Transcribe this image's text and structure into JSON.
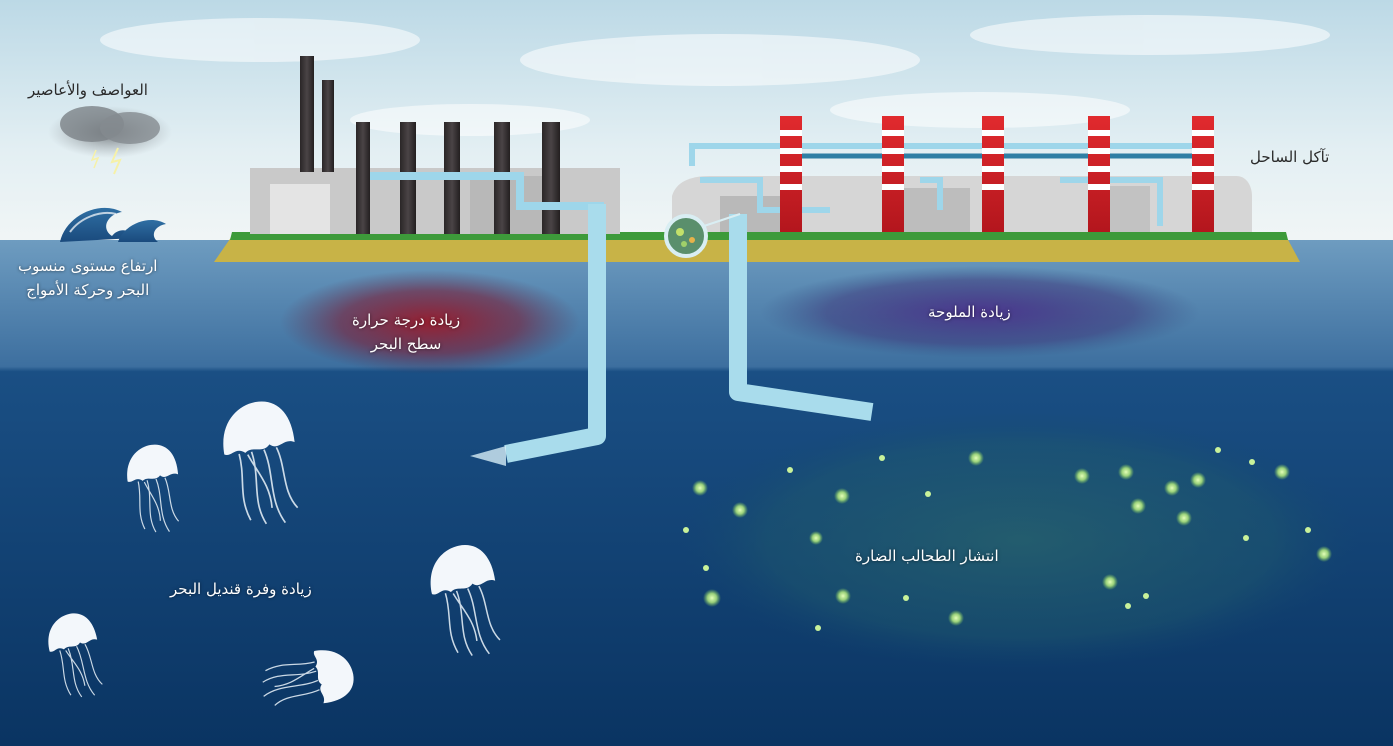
{
  "labels": {
    "storms": "العواصف والأعاصير",
    "coastal_erosion": "تآكل الساحل",
    "sea_level": [
      "ارتفاع مستوى منسوب",
      "البحر وحركة الأمواج"
    ],
    "sea_surface_temp": [
      "زيادة درجة حرارة",
      "سطح البحر"
    ],
    "salinity": "زيادة الملوحة",
    "jellyfish": "زيادة وفرة قنديل البحر",
    "harmful_algae": "انتشار الطحالب الضارة"
  },
  "icons": [
    "storm-cloud-icon",
    "wave-icon",
    "jellyfish-icon",
    "factory-chimney-icon",
    "desalination-plant-icon",
    "algae-magnifier-icon"
  ],
  "colors": {
    "sky": "#cfe4ee",
    "sea_surface": "#5d8db4",
    "deep_sea": "#0d3f6e",
    "land": "#c9b44a",
    "grass": "#3d9a3a",
    "chimney_red": "#d21f26",
    "pipe": "#9ed6ea",
    "heat_zone": "#8a1c2e",
    "salinity_zone": "#4b2e7a",
    "algae": "#b7e58a"
  }
}
